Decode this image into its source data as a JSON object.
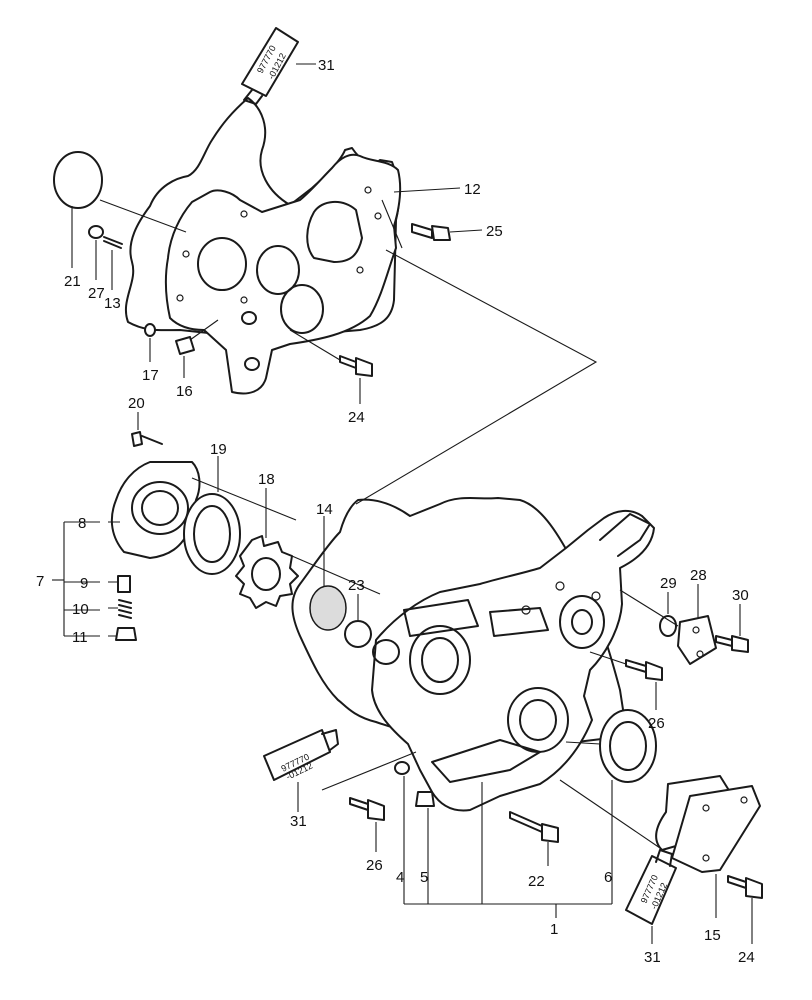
{
  "diagram": {
    "callouts": [
      {
        "id": "c31a",
        "text": "31"
      },
      {
        "id": "c12",
        "text": "12"
      },
      {
        "id": "c25",
        "text": "25"
      },
      {
        "id": "c21",
        "text": "21"
      },
      {
        "id": "c27",
        "text": "27"
      },
      {
        "id": "c13",
        "text": "13"
      },
      {
        "id": "c17",
        "text": "17"
      },
      {
        "id": "c16",
        "text": "16"
      },
      {
        "id": "c24a",
        "text": "24"
      },
      {
        "id": "c20",
        "text": "20"
      },
      {
        "id": "c19",
        "text": "19"
      },
      {
        "id": "c18",
        "text": "18"
      },
      {
        "id": "c14",
        "text": "14"
      },
      {
        "id": "c23",
        "text": "23"
      },
      {
        "id": "c8",
        "text": "8"
      },
      {
        "id": "c7",
        "text": "7"
      },
      {
        "id": "c9",
        "text": "9"
      },
      {
        "id": "c10",
        "text": "10"
      },
      {
        "id": "c11",
        "text": "11"
      },
      {
        "id": "c29",
        "text": "29"
      },
      {
        "id": "c28",
        "text": "28"
      },
      {
        "id": "c30",
        "text": "30"
      },
      {
        "id": "c26a",
        "text": "26"
      },
      {
        "id": "c31b",
        "text": "31"
      },
      {
        "id": "c26b",
        "text": "26"
      },
      {
        "id": "c4",
        "text": "4"
      },
      {
        "id": "c5",
        "text": "5"
      },
      {
        "id": "c22",
        "text": "22"
      },
      {
        "id": "c6",
        "text": "6"
      },
      {
        "id": "c1",
        "text": "1"
      },
      {
        "id": "c15",
        "text": "15"
      },
      {
        "id": "c24b",
        "text": "24"
      },
      {
        "id": "c31c",
        "text": "31"
      }
    ],
    "sealant_tube_label": [
      "977770",
      "-01212"
    ]
  }
}
